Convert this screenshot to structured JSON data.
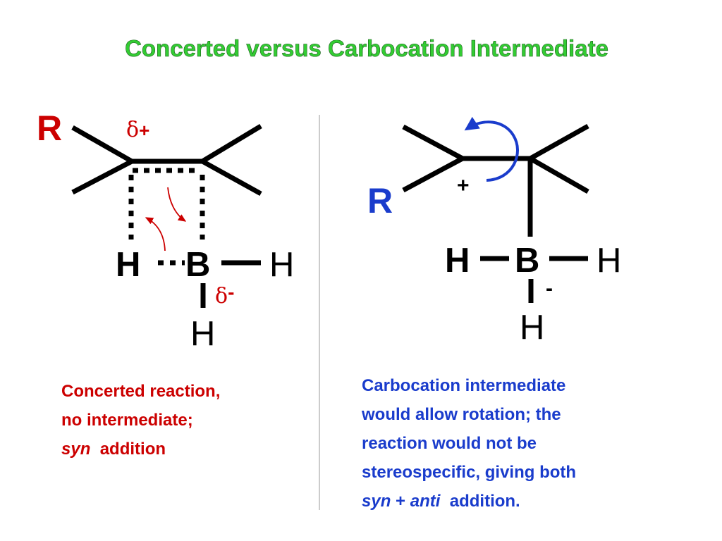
{
  "slide": {
    "title": "Concerted versus Carbocation Intermediate",
    "colors": {
      "title": "#33cc33",
      "concerted": "#cc0000",
      "carbocation": "#1a3ccc",
      "arrow_red": "#cc0000",
      "arrow_blue": "#1a3ccc"
    }
  },
  "left_structure": {
    "r_group": "R",
    "delta_plus": {
      "symbol": "δ",
      "sign": "+"
    },
    "delta_minus": {
      "symbol": "δ",
      "sign": "-"
    },
    "h_left": "H",
    "boron": "B",
    "h_right": "H",
    "h_bottom": "H"
  },
  "right_structure": {
    "r_group": "R",
    "cation_charge": "+",
    "anion_charge": "-",
    "h_left": "H",
    "boron": "B",
    "h_right": "H",
    "h_bottom": "H"
  },
  "captions": {
    "concerted": {
      "line1": "Concerted reaction,",
      "line2": "no intermediate;",
      "syn": "syn",
      "addition": "addition"
    },
    "carbocation": {
      "line1": "Carbocation intermediate",
      "line2": "would allow rotation; the",
      "line3": "reaction would not be",
      "line4": "stereospecific, giving both",
      "syn": "syn",
      "plus": "+",
      "anti": "anti",
      "addition": "addition."
    }
  }
}
